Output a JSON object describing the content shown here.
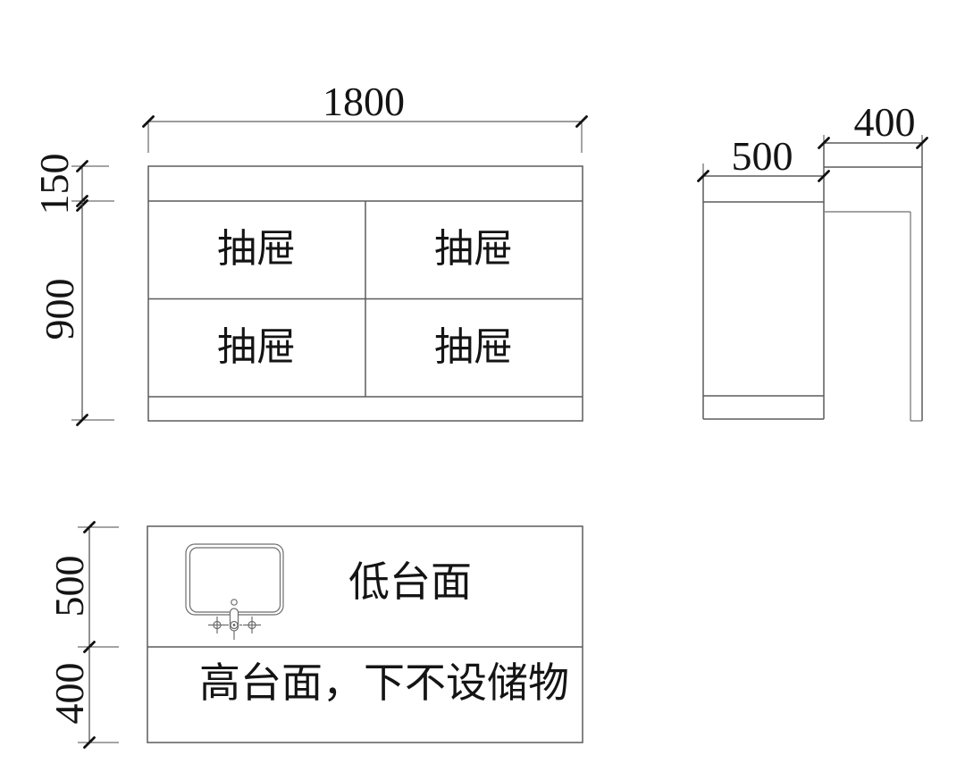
{
  "front_view": {
    "width_dim": "1800",
    "top_rail_dim": "150",
    "body_height_dim": "900",
    "drawers": [
      {
        "label": "抽屉"
      },
      {
        "label": "抽屉"
      },
      {
        "label": "抽屉"
      },
      {
        "label": "抽屉"
      }
    ]
  },
  "side_view": {
    "low_counter_depth_dim": "500",
    "high_counter_depth_dim": "400"
  },
  "plan_view": {
    "low_counter_depth_dim": "500",
    "high_counter_depth_dim": "400",
    "low_counter_label": "低台面",
    "high_counter_label": "高台面，下不设储物"
  },
  "colors": {
    "background": "#ffffff",
    "object_line": "#5c5c5c",
    "dimension_line": "#3a3a3a",
    "text": "#141414"
  }
}
